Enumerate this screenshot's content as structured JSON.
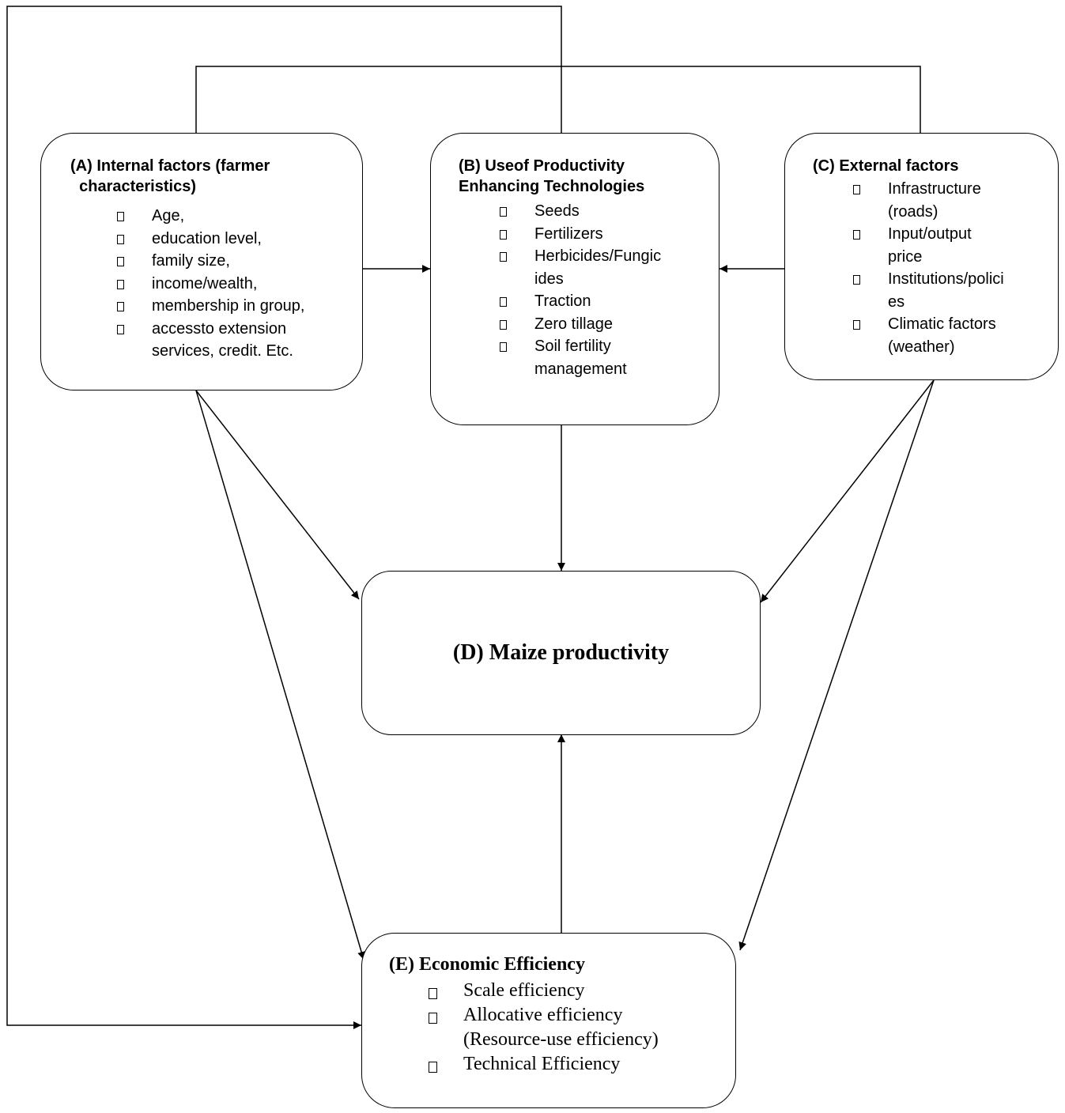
{
  "nodes": {
    "A": {
      "title": "(A) Internal factors (farmer\n  characteristics)",
      "items": [
        "Age,",
        "education level,",
        "family size,",
        "income/wealth,",
        "membership in group,",
        "accessto extension\nservices, credit. Etc."
      ]
    },
    "B": {
      "title": "(B) Useof Productivity\nEnhancing Technologies",
      "items": [
        "Seeds",
        "Fertilizers",
        "Herbicides/Fungic\nides",
        "Traction",
        "Zero tillage",
        "Soil fertility\nmanagement"
      ]
    },
    "C": {
      "title": "(C) External factors",
      "items": [
        "Infrastructure\n(roads)",
        "Input/output\nprice",
        "Institutions/polici\nes",
        "Climatic factors\n(weather)"
      ]
    },
    "D": {
      "title": "(D) Maize productivity"
    },
    "E": {
      "title": "(E) Economic Efficiency",
      "items": [
        "Scale efficiency",
        "Allocative efficiency\n(Resource-use efficiency)",
        "Technical Efficiency"
      ]
    }
  },
  "edges": [
    {
      "from": "A",
      "to": "B"
    },
    {
      "from": "C",
      "to": "B"
    },
    {
      "from": "A",
      "to": "D"
    },
    {
      "from": "B",
      "to": "D"
    },
    {
      "from": "C",
      "to": "D"
    },
    {
      "from": "A",
      "to": "E"
    },
    {
      "from": "C",
      "to": "E"
    },
    {
      "from": "E",
      "to": "D"
    },
    {
      "from": "B",
      "to": "E"
    },
    {
      "from": "A",
      "to": "C"
    }
  ]
}
